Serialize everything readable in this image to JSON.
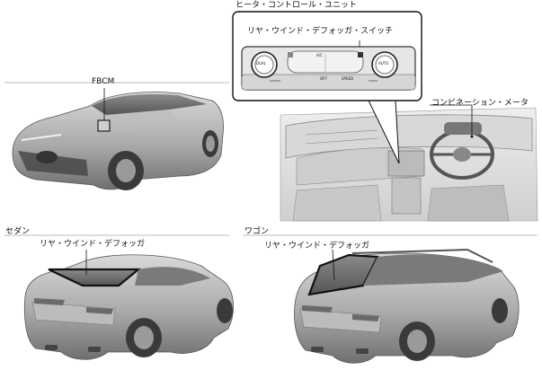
{
  "labels": {
    "heater_control_unit": "ヒータ・コントロール・ユニット",
    "rear_defogger_switch": "リヤ・ウインド・デフォッガ・スイッチ",
    "fbcm": "FBCM",
    "combination_meter": "コンビネーション・メータ",
    "sedan": "セダン",
    "sedan_rear_defogger": "リヤ・ウインド・デフォッガ",
    "wagon": "ワゴン",
    "wagon_rear_defogger": "リヤ・ウインド・デフォッガ"
  },
  "panel_text": {
    "dual": "DUAL",
    "ac": "A/C",
    "off": "OFF",
    "auto": "AUTO",
    "speed": "SPEED"
  }
}
